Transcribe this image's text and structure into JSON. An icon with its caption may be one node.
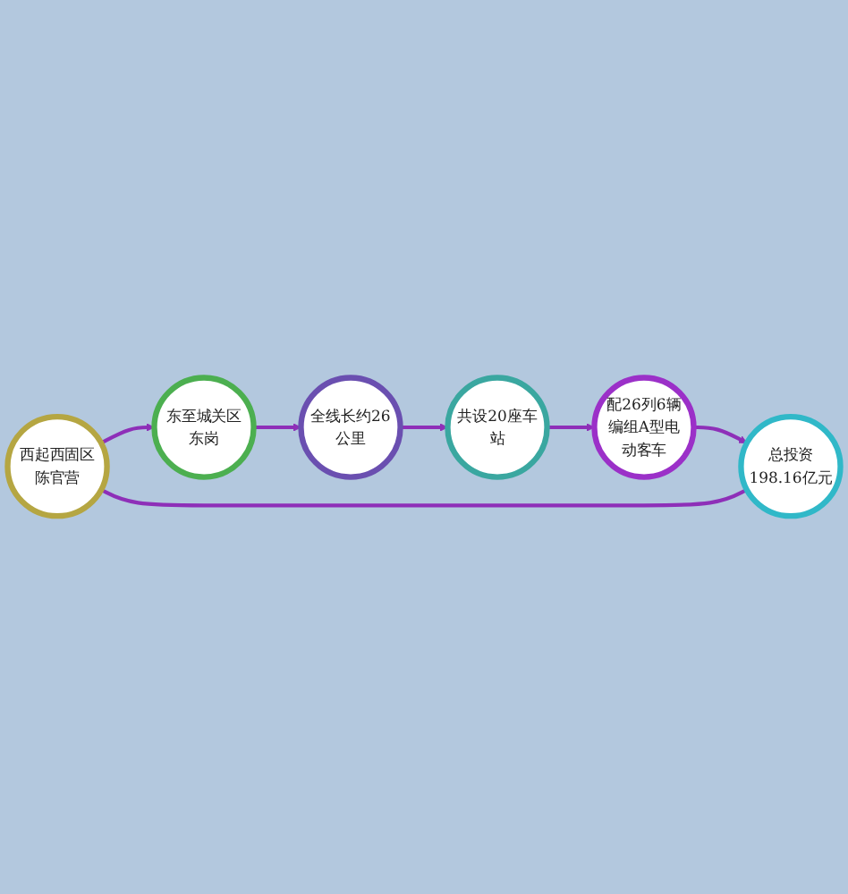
{
  "diagram": {
    "nodes": [
      {
        "text": [
          "西起西固区陈官营"
        ]
      },
      {
        "text": [
          "东至城关区东岗"
        ]
      },
      {
        "text": [
          "全线长约26公里"
        ]
      },
      {
        "text": [
          "共设20座车站"
        ]
      },
      {
        "text": [
          "配26列6辆编组A型电动客车"
        ]
      },
      {
        "text": [
          "总投资198.16亿元"
        ]
      }
    ],
    "edges": [
      {
        "from": 0,
        "to": 1,
        "arrow": "to"
      },
      {
        "from": 1,
        "to": 2,
        "arrow": "to"
      },
      {
        "from": 2,
        "to": 3,
        "arrow": "to"
      },
      {
        "from": 3,
        "to": 4,
        "arrow": "to"
      },
      {
        "from": 4,
        "to": 5,
        "arrow": "to"
      },
      {
        "from": 5,
        "to": 0,
        "arrow": "none"
      }
    ]
  }
}
